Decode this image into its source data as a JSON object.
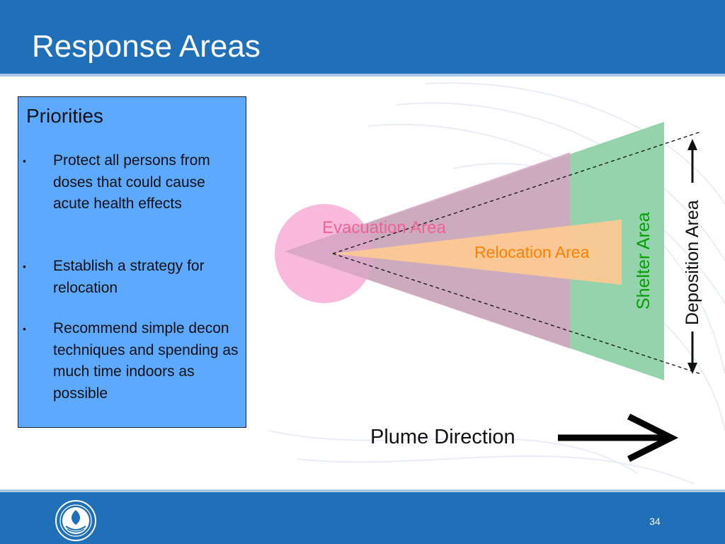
{
  "slide": {
    "title": "Response Areas",
    "page_number": "34"
  },
  "priorities": {
    "heading": "Priorities",
    "bullet_symbol": "•",
    "items": [
      "Protect all persons from doses that could cause acute health effects",
      "Establish a strategy for relocation",
      "Recommend simple decon techniques and spending as much time indoors as possible"
    ]
  },
  "diagram": {
    "evacuation_label": "Evacuation Area",
    "relocation_label": "Relocation Area",
    "shelter_label": "Shelter Area",
    "deposition_label": "Deposition Area",
    "plume_label": "Plume Direction",
    "colors": {
      "evacuation": "#f06292",
      "evacuation_fill": "#d6a3c2",
      "relocation": "#ff8000",
      "relocation_fill": "#fcc993",
      "shelter": "#00a000",
      "shelter_fill": "#8fd1a8",
      "circle_fill": "#f8b9dd"
    }
  },
  "footer": {
    "logo_icon": "epa-seal-icon"
  },
  "theme": {
    "header_color": "#1f6fb9",
    "panel_color": "#5da9ff"
  }
}
